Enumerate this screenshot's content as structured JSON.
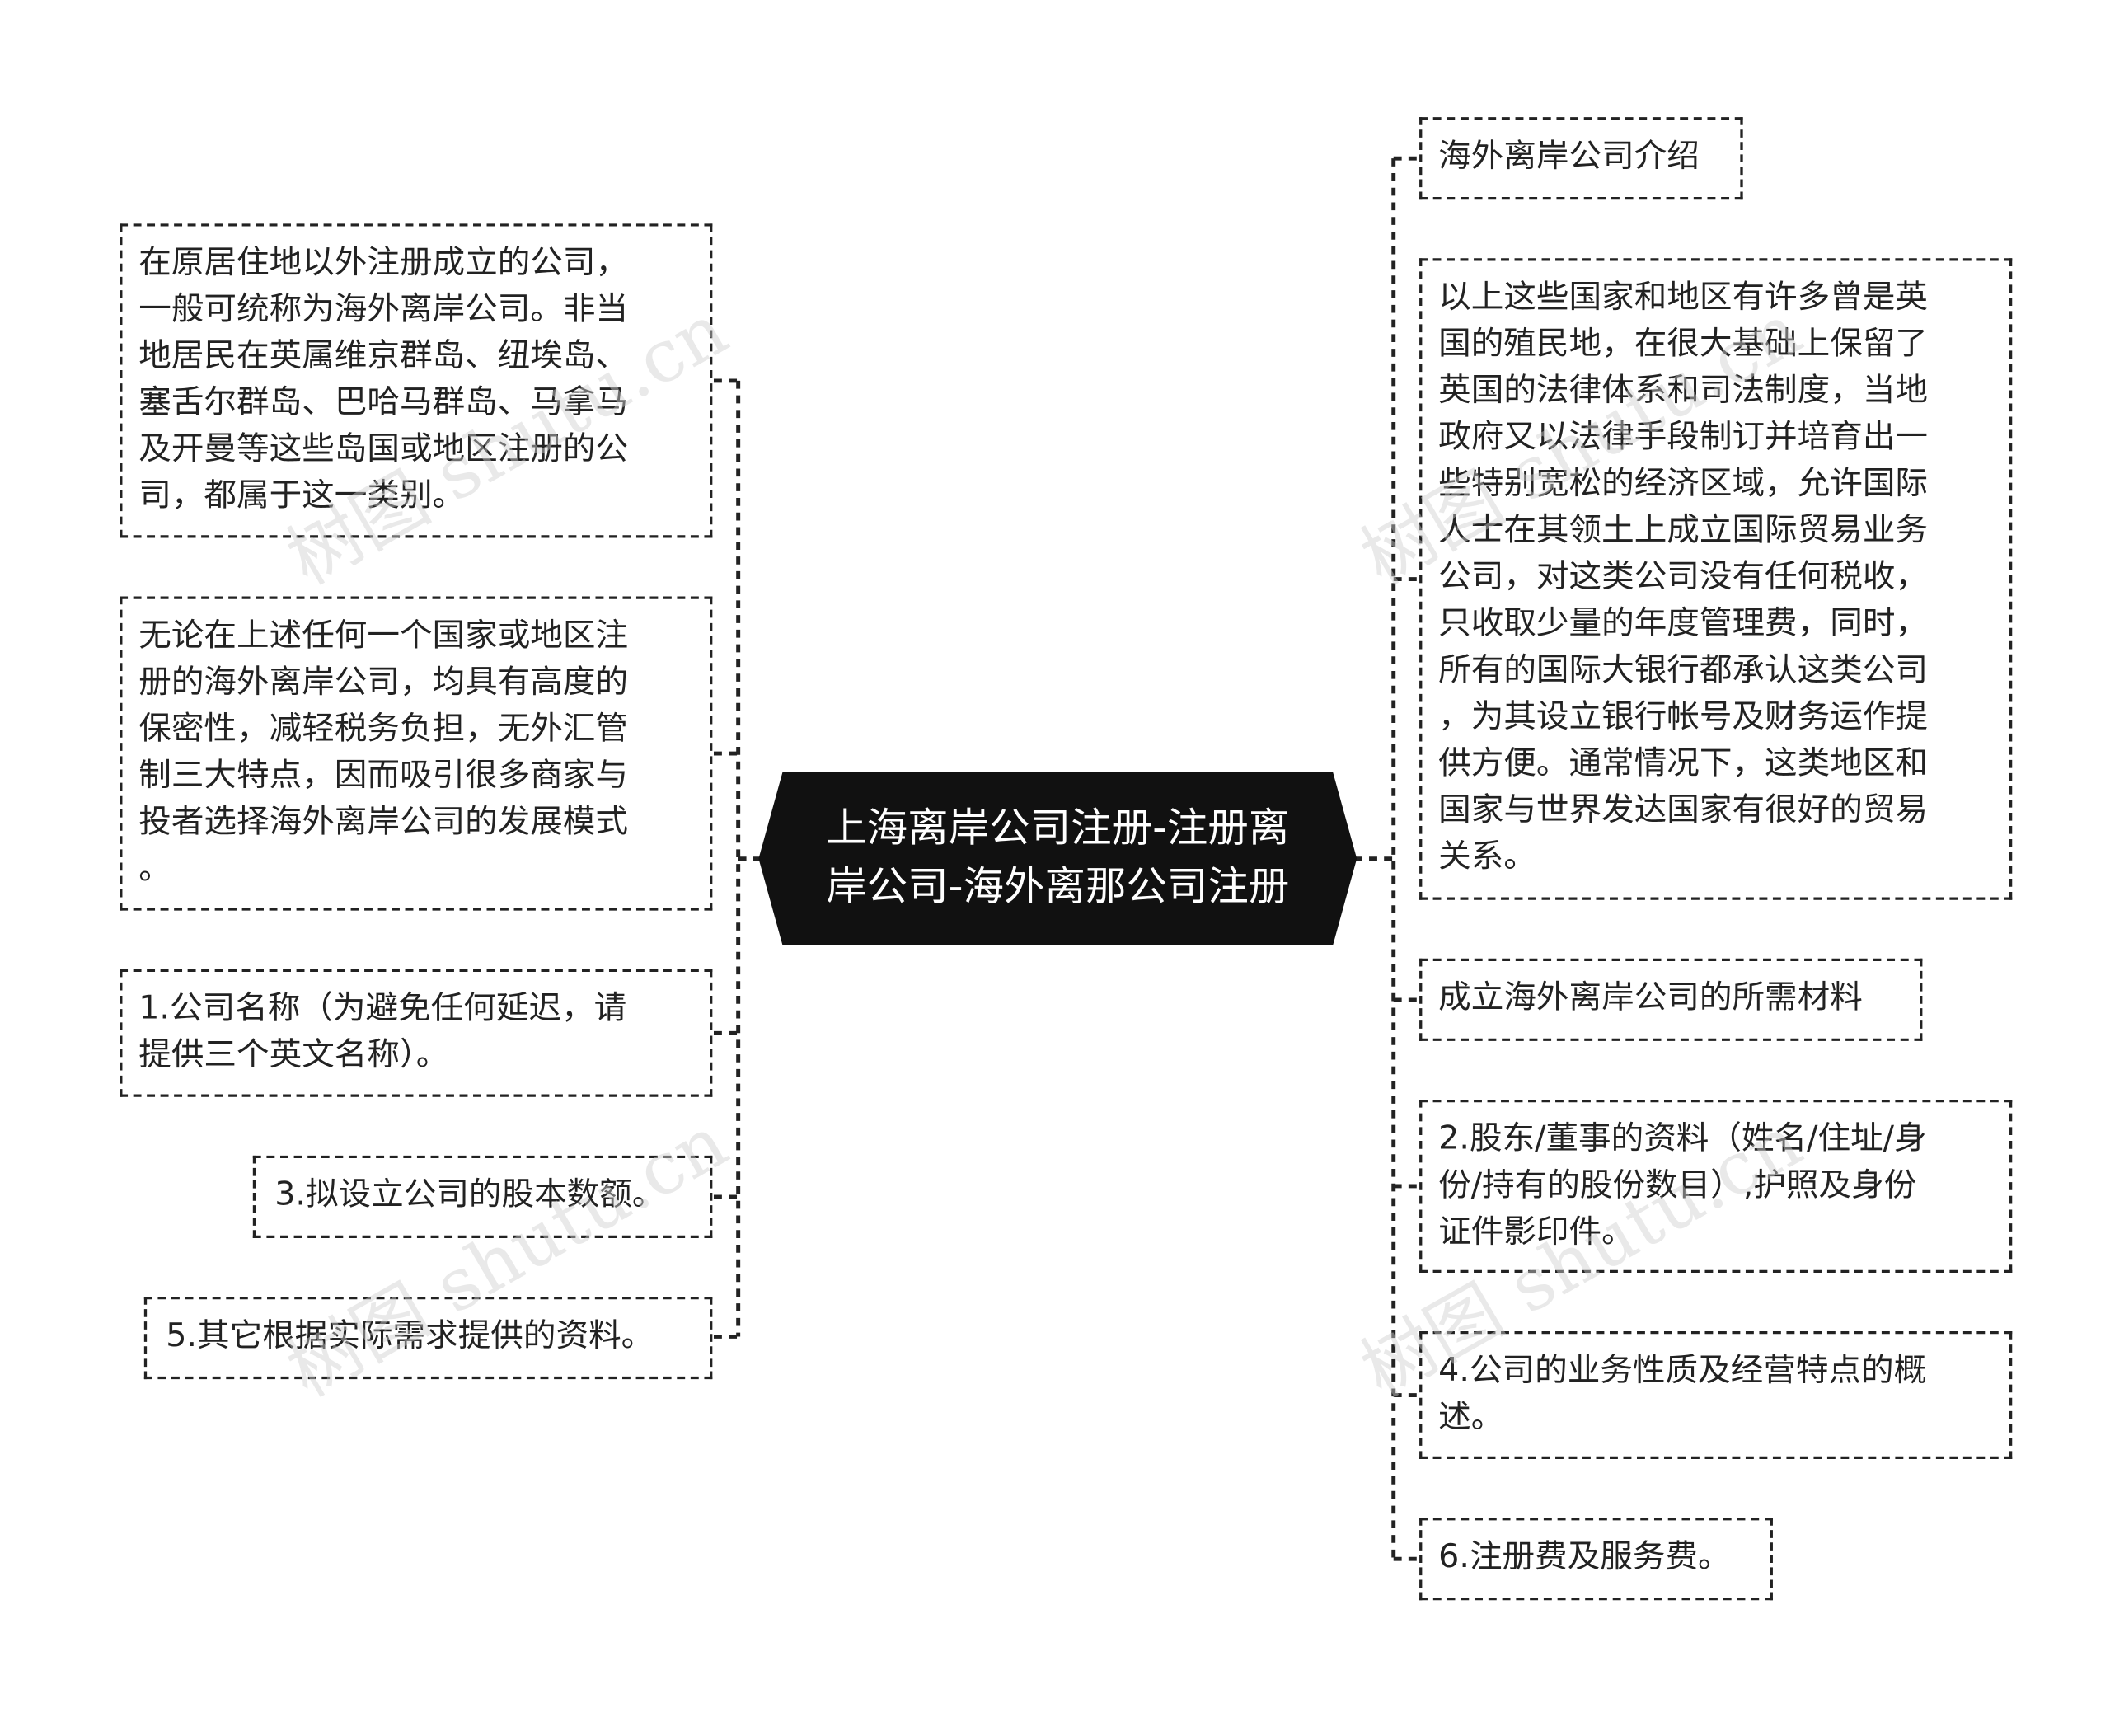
{
  "diagram": {
    "central": {
      "lines": [
        "上海离岸公司注册-注册离",
        "岸公司-海外离那公司注册"
      ]
    },
    "left_nodes": [
      {
        "id": "def",
        "lines": [
          "在原居住地以外注册成立的公司，",
          "一般可统称为海外离岸公司。非当",
          "地居民在英属维京群岛、纽埃岛、",
          "塞舌尔群岛、巴哈马群岛、马拿马",
          "及开曼等这些岛国或地区注册的公",
          "司，都属于这一类别。"
        ]
      },
      {
        "id": "features",
        "lines": [
          "无论在上述任何一个国家或地区注",
          "册的海外离岸公司，均具有高度的",
          "保密性，减轻税务负担，无外汇管",
          "制三大特点，因而吸引很多商家与",
          "投者选择海外离岸公司的发展模式",
          "。"
        ]
      },
      {
        "id": "item1",
        "lines": [
          "1.公司名称（为避免任何延迟，请",
          "提供三个英文名称）。"
        ]
      },
      {
        "id": "item3",
        "lines": [
          "3.拟设立公司的股本数额。"
        ]
      },
      {
        "id": "item5",
        "lines": [
          "5.其它根据实际需求提供的资料。"
        ]
      }
    ],
    "right_nodes": [
      {
        "id": "intro",
        "lines": [
          "海外离岸公司介绍"
        ]
      },
      {
        "id": "history",
        "lines": [
          "以上这些国家和地区有许多曾是英",
          "国的殖民地，在很大基础上保留了",
          "英国的法律体系和司法制度，当地",
          "政府又以法律手段制订并培育出一",
          "些特别宽松的经济区域，允许国际",
          "人士在其领土上成立国际贸易业务",
          "公司，对这类公司没有任何税收，",
          "只收取少量的年度管理费，同时，",
          "所有的国际大银行都承认这类公司",
          "，为其设立银行帐号及财务运作提",
          "供方便。通常情况下，这类地区和",
          "国家与世界发达国家有很好的贸易",
          "关系。"
        ]
      },
      {
        "id": "materials",
        "lines": [
          "成立海外离岸公司的所需材料"
        ]
      },
      {
        "id": "item2",
        "lines": [
          "2.股东/董事的资料（姓名/住址/身",
          "份/持有的股份数目）,护照及身份",
          "证件影印件。"
        ]
      },
      {
        "id": "item4",
        "lines": [
          "4.公司的业务性质及经营特点的概",
          "述。"
        ]
      },
      {
        "id": "item6",
        "lines": [
          "6.注册费及服务费。"
        ]
      }
    ],
    "watermark": "树图 shutu.cn"
  }
}
